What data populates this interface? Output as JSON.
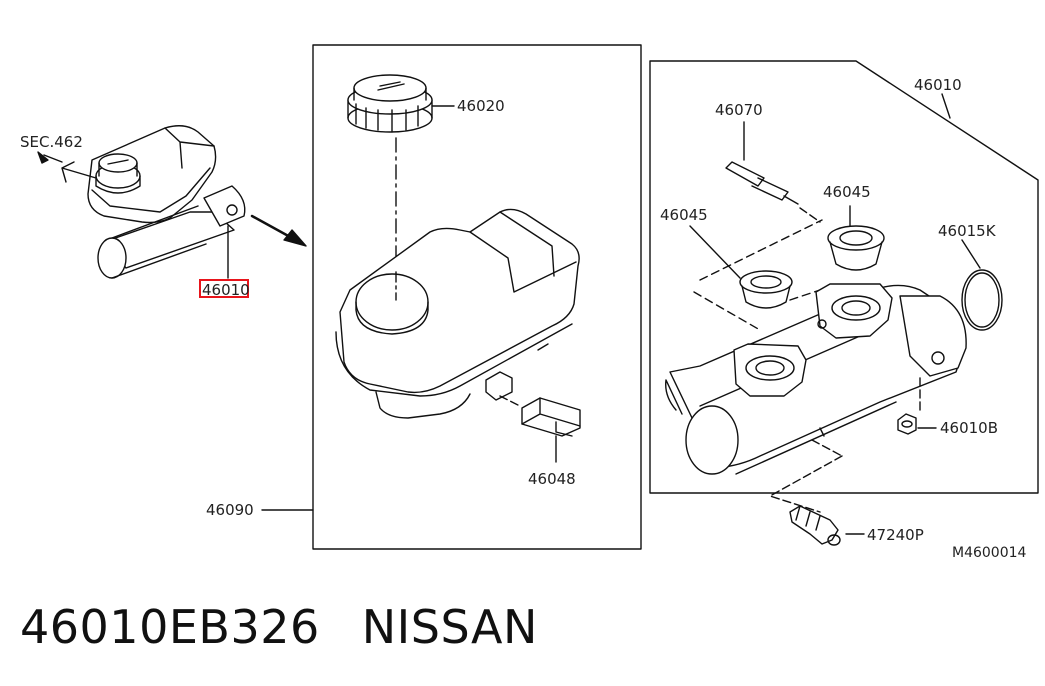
{
  "labels": {
    "sec": "SEC.462",
    "overview_part": "46010",
    "cap": "46020",
    "reservoir": "46090",
    "sensor": "46048",
    "body": "46010",
    "pin": "46070",
    "seal_left": "46045",
    "seal_right": "46045",
    "oring": "46015K",
    "nut": "46010B",
    "valve": "47240P",
    "ref": "M4600014"
  },
  "caption": {
    "part_number": "46010EB326",
    "brand": "NISSAN"
  },
  "colors": {
    "line": "#111111",
    "highlight": "#e8141b"
  }
}
